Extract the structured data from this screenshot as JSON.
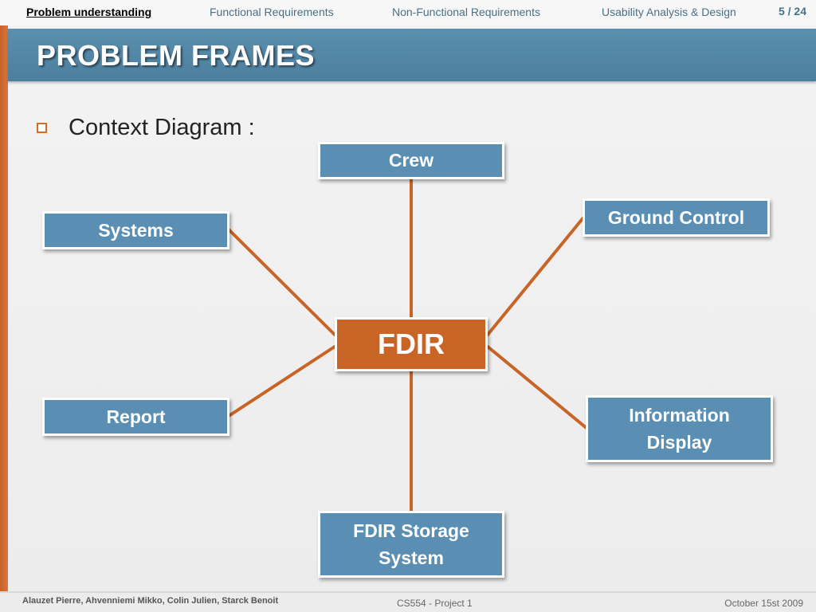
{
  "nav": {
    "items": [
      {
        "label": "Problem understanding",
        "active": true
      },
      {
        "label": "Functional Requirements",
        "active": false
      },
      {
        "label": "Non-Functional Requirements",
        "active": false
      },
      {
        "label": "Usability Analysis & Design",
        "active": false
      }
    ],
    "page": "5 / 24"
  },
  "slide": {
    "title": "PROBLEM FRAMES",
    "bullet": "Context Diagram :"
  },
  "diagram": {
    "center": "FDIR",
    "nodes": {
      "crew": "Crew",
      "ground_control": "Ground Control",
      "systems": "Systems",
      "report": "Report",
      "information_display": [
        "Information",
        "Display"
      ],
      "storage": [
        "FDIR Storage",
        "System"
      ]
    }
  },
  "footer": {
    "authors": "Alauzet Pierre, Ahvenniemi Mikko, Colin Julien, Starck Benoit",
    "course": "CS554 - Project 1",
    "date": "October 15st 2009"
  },
  "colors": {
    "accent": "#d46a2b",
    "node_blue": "#5a8fb3",
    "title_band": "#4d7f9e",
    "connector": "#c96427"
  }
}
